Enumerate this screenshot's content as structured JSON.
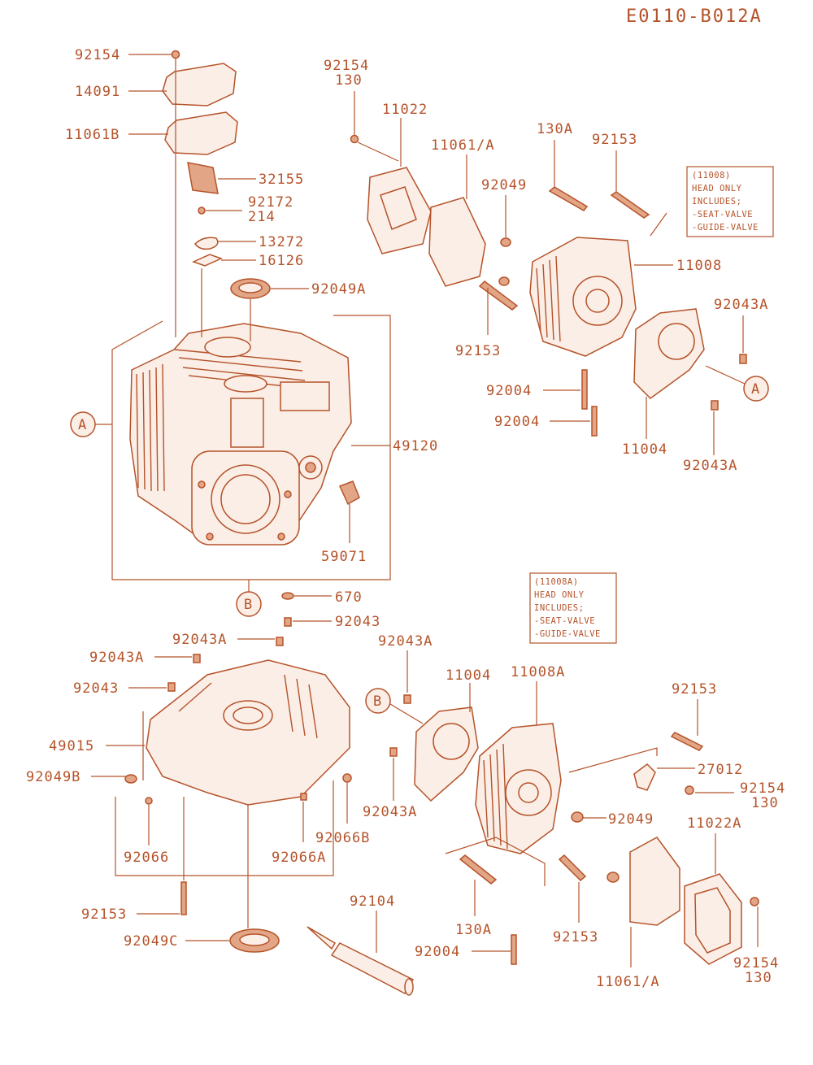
{
  "diagram_id": "E0110-B012A",
  "colors": {
    "accent": "#b5532a",
    "fill_light": "#fbeee6",
    "fill_dark": "#e2a585",
    "background": "#ffffff"
  },
  "labels": {
    "l_92154_a": "92154",
    "l_14091": "14091",
    "l_11061b": "11061B",
    "l_32155": "32155",
    "l_92172": "92172",
    "l_214": "214",
    "l_13272": "13272",
    "l_16126": "16126",
    "l_92049a": "92049A",
    "l_92154_b": "92154",
    "l_130_b": "130",
    "l_11022": "11022",
    "l_11061a_a": "11061/A",
    "l_130a_a": "130A",
    "l_92153_a": "92153",
    "l_92049_a": "92049",
    "l_11008": "11008",
    "l_92043a_a": "92043A",
    "l_92153_b": "92153",
    "l_92004_a": "92004",
    "l_92004_b": "92004",
    "l_11004_a": "11004",
    "l_92043a_b": "92043A",
    "l_49120": "49120",
    "l_59071": "59071",
    "l_670": "670",
    "l_92043a_c": "92043A",
    "l_92043_a": "92043",
    "l_92043a_d": "92043A",
    "l_92043_b": "92043",
    "l_49015": "49015",
    "l_92049b": "92049B",
    "l_92066": "92066",
    "l_92066a": "92066A",
    "l_92066b": "92066B",
    "l_92153_c": "92153",
    "l_92049c": "92049C",
    "l_92104": "92104",
    "l_92043a_e": "92043A",
    "l_11004_b": "11004",
    "l_11008a": "11008A",
    "l_92153_d": "92153",
    "l_27012": "27012",
    "l_92154_c": "92154",
    "l_130_c": "130",
    "l_92049_b": "92049",
    "l_11022a": "11022A",
    "l_92043a_f": "92043A",
    "l_130a_b": "130A",
    "l_92153_e": "92153",
    "l_92004_c": "92004",
    "l_11061a_b": "11061/A",
    "l_92154_d": "92154",
    "l_130_d": "130"
  },
  "callouts": {
    "a1": "A",
    "a2": "A",
    "b1": "B",
    "b2": "B"
  },
  "notes": {
    "note1": [
      "(11008)",
      "HEAD ONLY",
      "INCLUDES;",
      "-SEAT-VALVE",
      "-GUIDE-VALVE"
    ],
    "note2": [
      "(11008A)",
      "HEAD ONLY",
      "INCLUDES;",
      "-SEAT-VALVE",
      "-GUIDE-VALVE"
    ]
  }
}
